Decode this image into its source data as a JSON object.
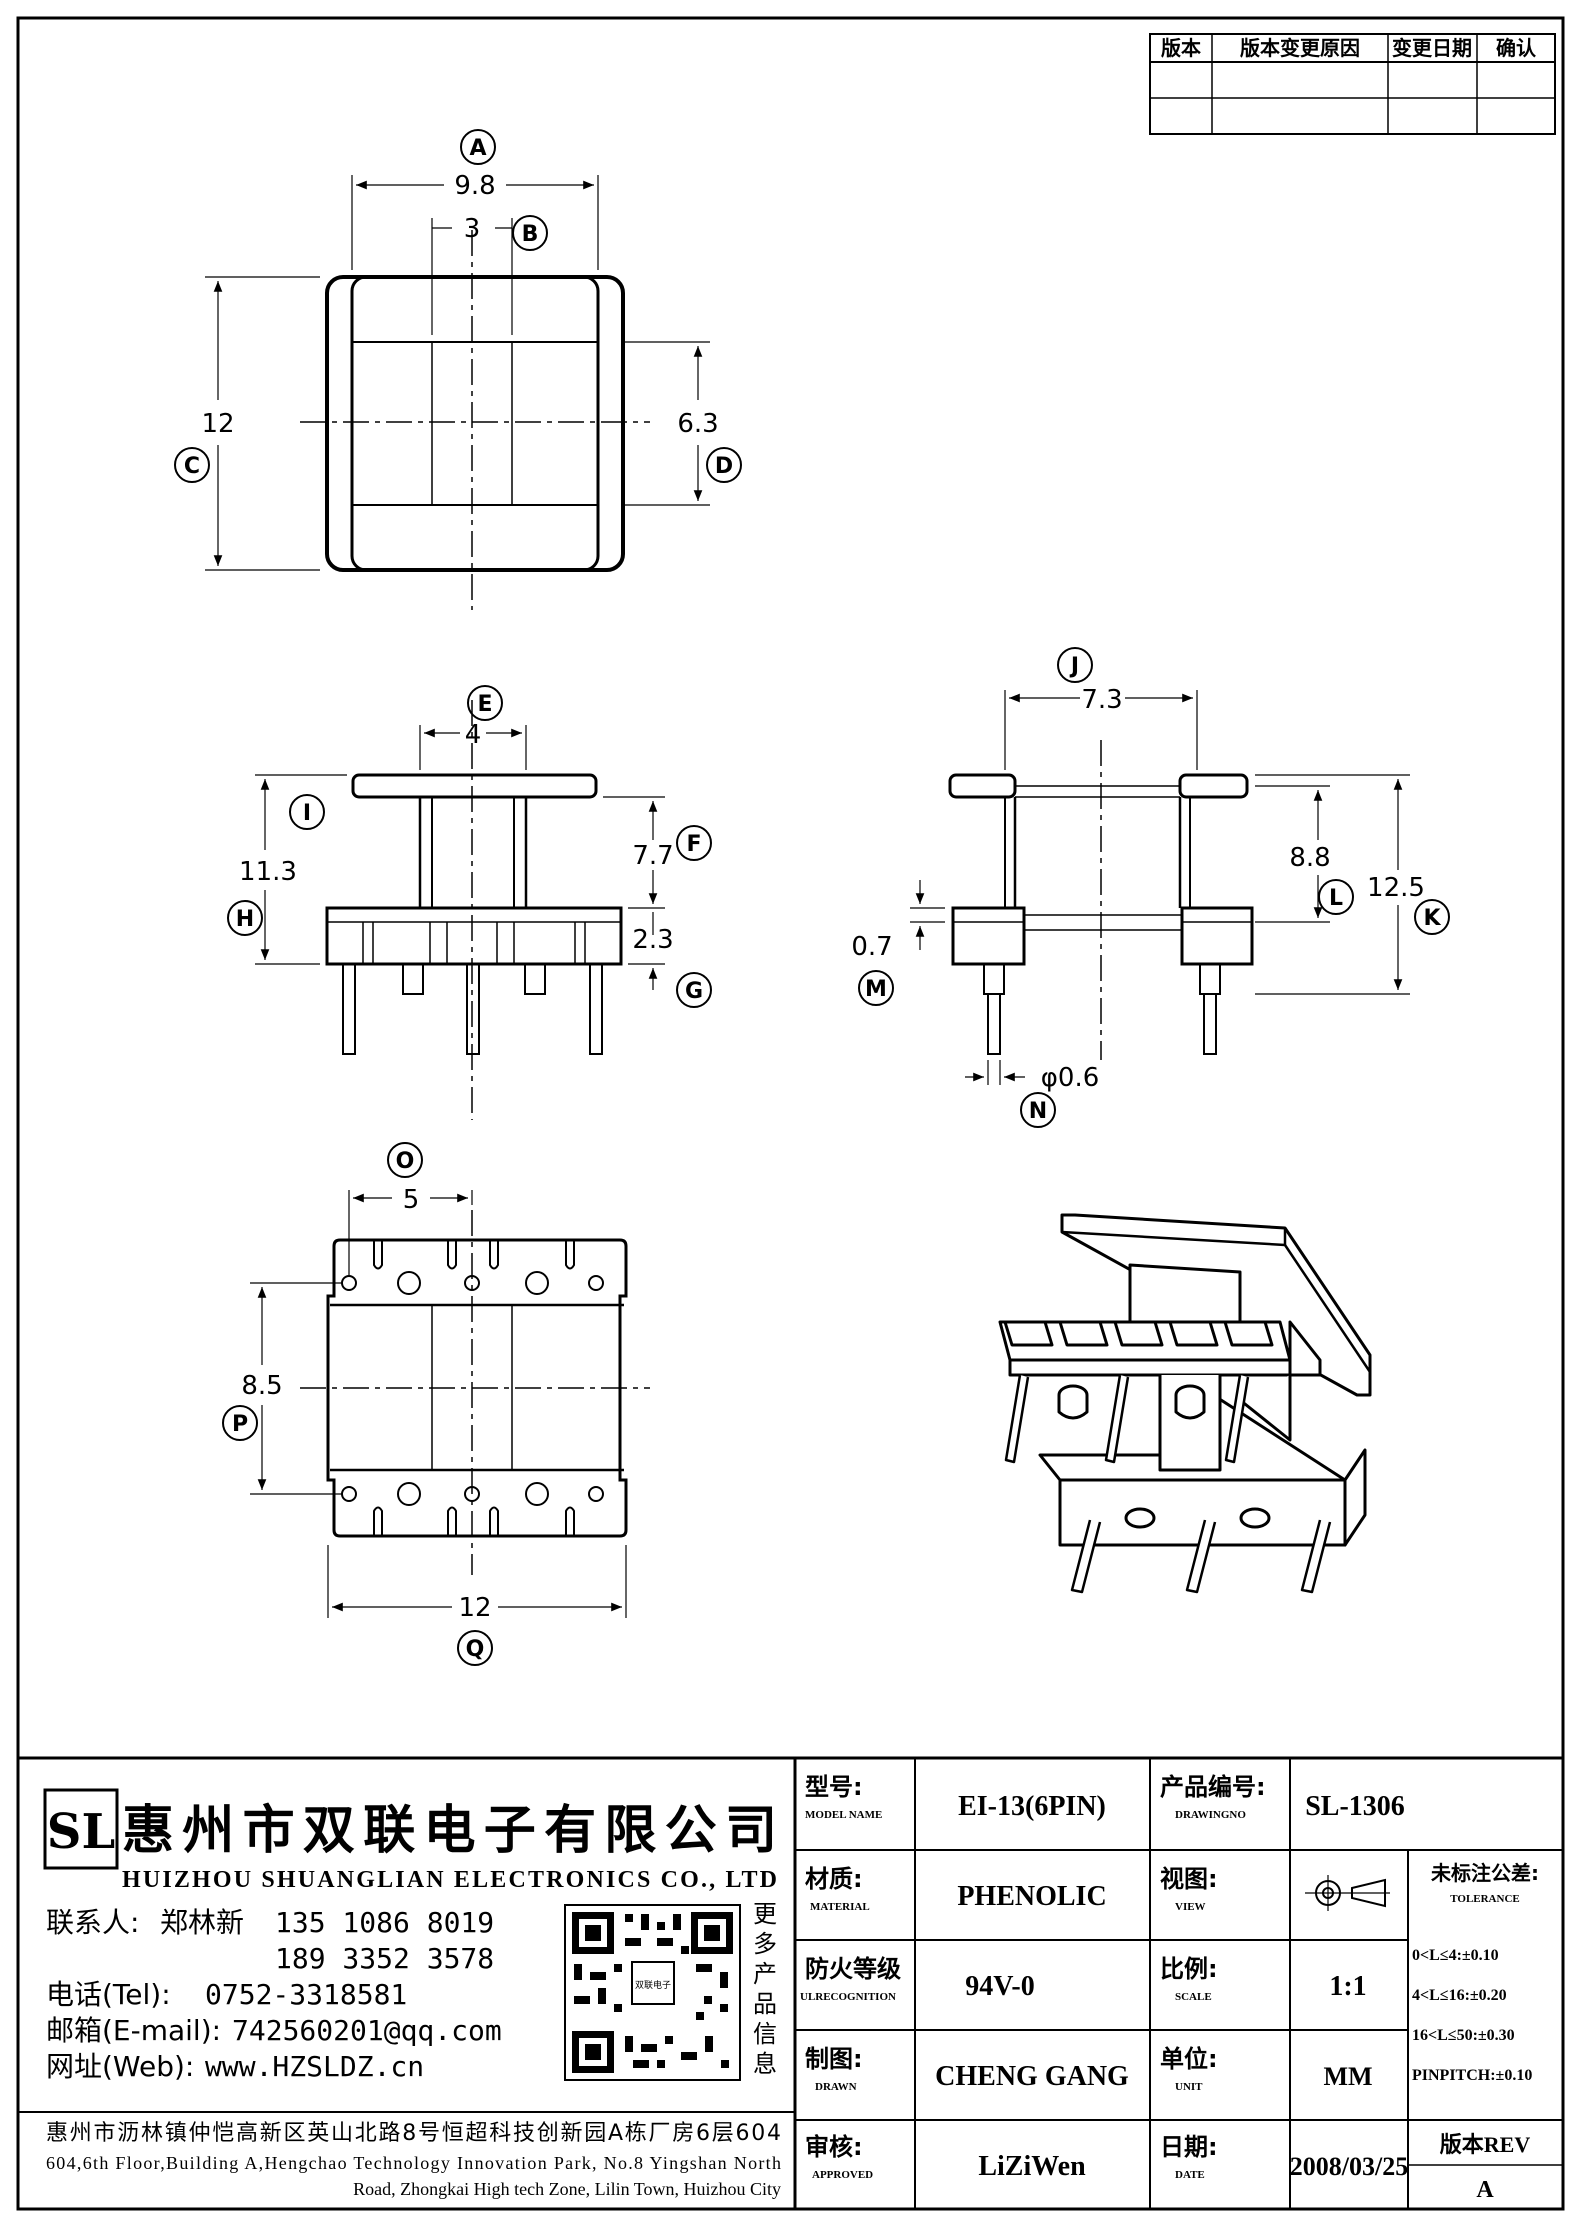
{
  "revision_table": {
    "headers": [
      "版本",
      "版本变更原因",
      "变更日期",
      "确认"
    ]
  },
  "views": {
    "top": {
      "markers": [
        "A",
        "B",
        "C",
        "D"
      ],
      "dims": {
        "width": "9.8",
        "center": "3",
        "height": "12",
        "window": "6.3"
      }
    },
    "front": {
      "markers": [
        "E",
        "F",
        "G",
        "H",
        "I"
      ],
      "dims": {
        "E": "4",
        "F": "7.7",
        "G": "2.3",
        "H": "11.3"
      }
    },
    "side": {
      "markers": [
        "J",
        "K",
        "L",
        "M",
        "N"
      ],
      "dims": {
        "J": "7.3",
        "K": "12.5",
        "L": "8.8",
        "M": "0.7",
        "N": "φ0.6"
      }
    },
    "bottom": {
      "markers": [
        "O",
        "P",
        "Q"
      ],
      "dims": {
        "O": "5",
        "P": "8.5",
        "Q": "12"
      }
    }
  },
  "company": {
    "logo_letters": "SL",
    "name_cn": "惠州市双联电子有限公司",
    "name_en": "HUIZHOU SHUANGLIAN ELECTRONICS CO., LTD",
    "contact_label": "联系人:",
    "contact_name": "郑林新",
    "phone1": "135 1086 8019",
    "phone2": "189 3352 3578",
    "tel_label": "电话(Tel):",
    "tel": "0752-3318581",
    "email_label": "邮箱(E-mail):",
    "email": "742560201@qq.com",
    "web_label": "网址(Web):",
    "web": "www.HZSLDZ.cn",
    "qr_caption": [
      "更",
      "多",
      "产",
      "品",
      "信",
      "息"
    ],
    "qr_center": "双联电子",
    "address_cn": "惠州市沥林镇仲恺高新区英山北路8号恒超科技创新园A栋厂房6层604",
    "address_en1": "604,6th Floor,Building A,Hengchao Technology Innovation Park, No.8 Yingshan North",
    "address_en2": "Road, Zhongkai High tech Zone, Lilin Town, Huizhou City"
  },
  "title_block": {
    "model_label": "型号:",
    "model_label_en": "MODEL NAME",
    "model": "EI-13(6PIN)",
    "drawing_label": "产品编号:",
    "drawing_label_en": "DRAWINGNO",
    "drawing_no": "SL-1306",
    "material_label": "材质:",
    "material_label_en": "MATERIAL",
    "material": "PHENOLIC",
    "view_label": "视图:",
    "view_label_en": "VIEW",
    "tolerance_label": "未标注公差:",
    "tolerance_label_en": "TOLERANCE",
    "tolerances": [
      "0<L≤4:±0.10",
      "4<L≤16:±0.20",
      "16<L≤50:±0.30",
      "PINPITCH:±0.10"
    ],
    "fire_label": "防火等级",
    "fire_label_en": "ULRECOGNITION",
    "fire": "94V-0",
    "scale_label": "比例:",
    "scale_label_en": "SCALE",
    "scale": "1:1",
    "drawn_label": "制图:",
    "drawn_label_en": "DRAWN",
    "drawn": "CHENG GANG",
    "unit_label": "单位:",
    "unit_label_en": "UNIT",
    "unit": "MM",
    "approved_label": "审核:",
    "approved_label_en": "APPROVED",
    "approved": "LiZiWen",
    "date_label": "日期:",
    "date_label_en": "DATE",
    "date": "2008/03/25",
    "rev_label": "版本REV",
    "rev": "A"
  }
}
